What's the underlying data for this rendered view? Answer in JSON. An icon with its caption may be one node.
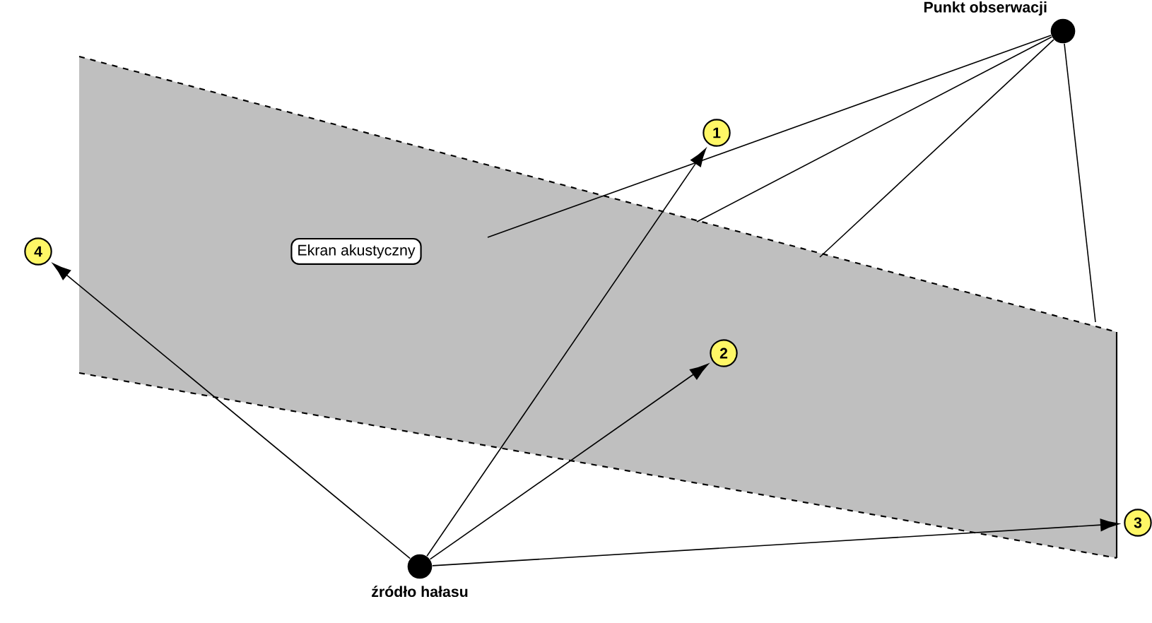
{
  "diagram": {
    "nodes": [
      {
        "text": [
          "Punkt obserwacji"
        ]
      },
      {
        "text": [
          "1"
        ]
      },
      {
        "text": [
          "Ekran akustyczny"
        ]
      },
      {
        "text": [
          "4"
        ]
      },
      {
        "text": [
          "2"
        ]
      },
      {
        "text": [
          "3"
        ]
      },
      {
        "text": [
          "źródło hałasu"
        ]
      }
    ],
    "edges": [
      {
        "from": 6,
        "to": 1,
        "arrow": "to"
      },
      {
        "from": 6,
        "to": 4,
        "arrow": "to"
      },
      {
        "from": 6,
        "to": 5,
        "arrow": "to"
      },
      {
        "from": 6,
        "to": 3,
        "arrow": "to"
      },
      {
        "from": 0,
        "to": null,
        "arrow": "none"
      },
      {
        "from": 0,
        "to": null,
        "arrow": "none"
      },
      {
        "from": 0,
        "to": null,
        "arrow": "none"
      },
      {
        "from": 0,
        "to": null,
        "arrow": "none"
      }
    ]
  }
}
